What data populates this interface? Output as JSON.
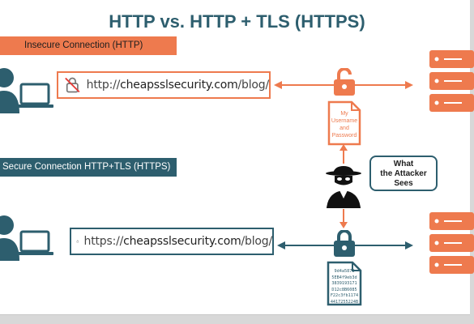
{
  "title": "HTTP vs. HTTP + TLS (HTTPS)",
  "insecure": {
    "banner": "Insecure Connection (HTTP)",
    "url_prefix": "http://",
    "url_domain": "cheapsslsecurity.com",
    "url_path": "/blog/",
    "document_text": [
      "My",
      "Username",
      "and",
      "Password"
    ]
  },
  "secure": {
    "banner": "Secure Connection HTTP+TLS (HTTPS)",
    "url_prefix": "https://",
    "url_domain": "cheapsslsecurity.com",
    "url_path": "/blog/",
    "cipher_lines": [
      "9d4a5878",
      "5EB4f9eb3d",
      "3839193171",
      "D12c8B6085",
      "F22c3fb1174",
      "4417255224B"
    ]
  },
  "attacker": {
    "callout": [
      "What",
      "the Attacker",
      "Sees"
    ]
  },
  "colors": {
    "orange": "#ee7a4e",
    "teal": "#2d5e6e",
    "server_orange": "#ee7a4e"
  },
  "icons": [
    "user-icon",
    "laptop-icon",
    "broken-lock-icon",
    "lock-icon",
    "unlocked-padlock-icon",
    "locked-padlock-icon",
    "server-rack-icon",
    "document-icon",
    "hacker-icon"
  ]
}
